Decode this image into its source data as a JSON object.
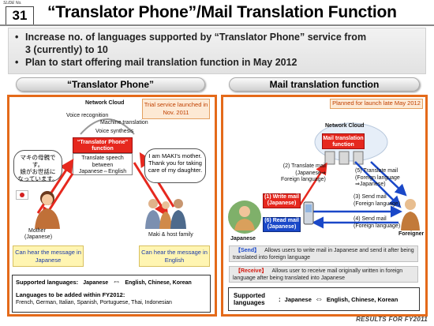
{
  "slide_no_label": "SLIDE No.",
  "slide_no": "31",
  "title": "“Translator Phone”/Mail Translation Function",
  "bullets": [
    {
      "line1": "Increase no. of languages supported by “Translator Phone” service from",
      "line2": "3 (currently) to 10"
    },
    {
      "line1": "Plan to start offering mail translation function in May 2012",
      "line2": ""
    }
  ],
  "left": {
    "header": "“Translator Phone”",
    "callout": "Trial service launched in Nov. 2011",
    "network_cloud": "Network Cloud",
    "voice_recognition": "Voice recognition",
    "machine_translation": "Machine translation",
    "voice_synthesis": "Voice synthesis",
    "function_label": "“Translator Phone” function",
    "translate_speech": "Translate speech between Japanese⇔English",
    "bubble_jp_1": "マキの母親です。",
    "bubble_jp_2": "娘がお世話に",
    "bubble_jp_3": "なっています。",
    "bubble_en": "I am MAKI’s mother. Thank you for taking care of my daughter.",
    "mother_label_1": "Mother",
    "mother_label_2": "(Japanese)",
    "maki_label": "Maki & host family",
    "hear_jp": "Can hear the message in Japanese",
    "hear_en": "Can hear the message in English",
    "supported_label": "Supported languages:",
    "supported_from": "Japanese",
    "supported_to": "English, Chinese, Korean",
    "added_label": "Languages to be added within FY2012:",
    "added_list": "French, German, Italian, Spanish, Portuguese, Thai, Indonesian"
  },
  "right": {
    "header": "Mail translation function",
    "callout": "Planned for launch late May 2012",
    "network_cloud": "Network Cloud",
    "function_label": "Mail translation function",
    "step1": "(1) Write mail (Japanese)",
    "step2_1": "(2) Translate mail",
    "step2_2": "(Japanese⇒",
    "step2_3": "Foreign language)",
    "step3_1": "(3) Send mail",
    "step3_2": "(Foreign language)",
    "step4_1": "(4) Send mail",
    "step4_2": "(Foreign language)",
    "step5_1": "(5) Translate mail",
    "step5_2": "(Foreign language",
    "step5_3": "⇒Japanese)",
    "step6": "(6) Read mail (Japanese)",
    "japanese_label": "Japanese",
    "foreigner_label": "Foreigner",
    "send_tag": "【Send】",
    "send_desc": "Allows users to write mail in Japanese and send it after being translated into foreign language",
    "receive_tag": "【Receive】",
    "receive_desc": "Allows user to receive mail originally written in foreign language after being translated into Japanese",
    "supported_label": "Supported languages",
    "supported_colon": ":",
    "supported_from": "Japanese",
    "supported_to": "English, Chinese, Korean"
  },
  "footer": "RESULTS FOR FY2011",
  "colors": {
    "accent_orange": "#e46a1a",
    "red": "#e6281e",
    "blue": "#1a48c8",
    "yellow_box": "#fff5b2"
  }
}
